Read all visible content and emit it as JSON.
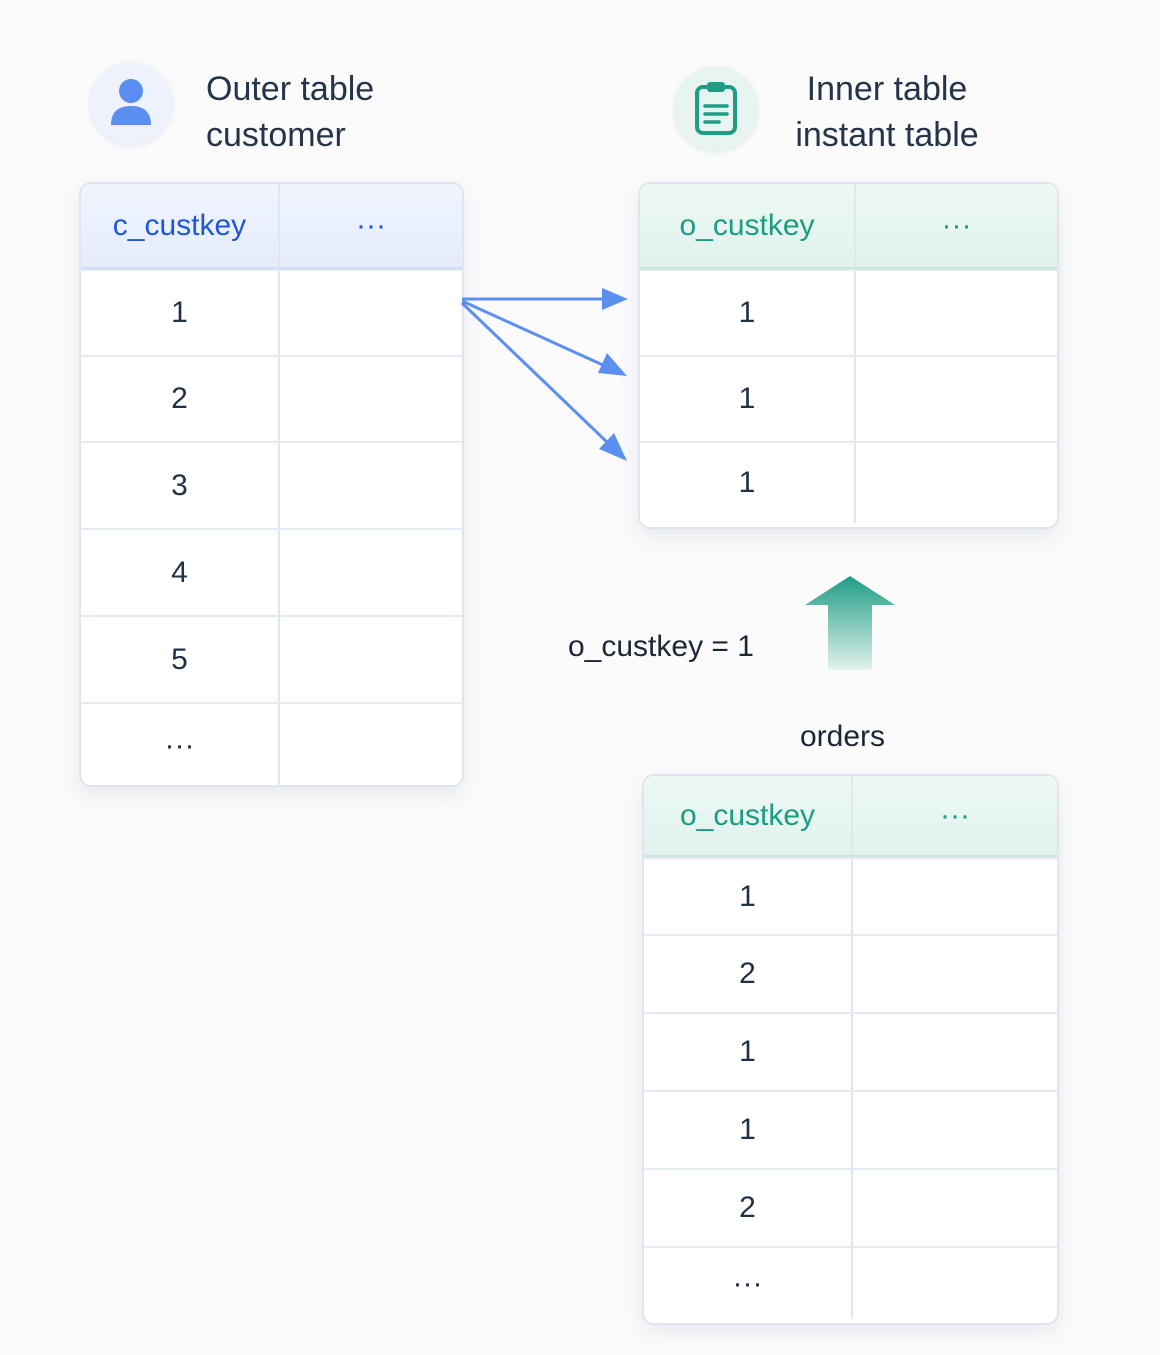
{
  "outer": {
    "title_line1": "Outer table",
    "title_line2": "customer",
    "header": [
      "c_custkey",
      "···"
    ],
    "rows": [
      "1",
      "2",
      "3",
      "4",
      "5",
      "···"
    ]
  },
  "inner": {
    "title_line1": "Inner table",
    "title_line2": "instant table",
    "header": [
      "o_custkey",
      "···"
    ],
    "rows": [
      "1",
      "1",
      "1"
    ]
  },
  "filter_label": "o_custkey = 1",
  "orders": {
    "title": "orders",
    "header": [
      "o_custkey",
      "···"
    ],
    "rows": [
      "1",
      "2",
      "1",
      "1",
      "2",
      "···"
    ]
  },
  "colors": {
    "blue_accent": "#2156d6",
    "green_accent": "#1a9d82",
    "arrow_blue": "#5b8ff0",
    "arrow_green": "#1f9c84"
  },
  "icons": {
    "outer": "user-icon",
    "inner": "clipboard-icon",
    "up_arrow": "up-arrow-icon"
  }
}
